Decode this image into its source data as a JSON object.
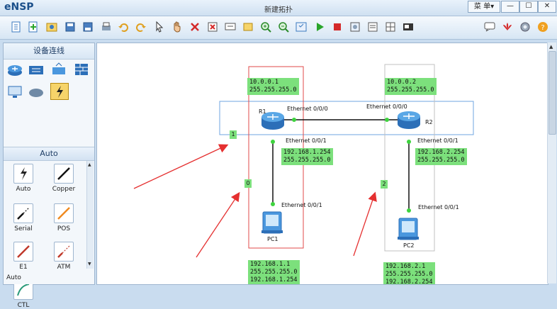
{
  "app": {
    "logo": "eNSP",
    "title": "新建拓扑",
    "menu": "菜 单▾",
    "minimize": "—",
    "restore": "☐",
    "close": "✕"
  },
  "panel": {
    "title": "设备连线",
    "section": "Auto",
    "cables": [
      {
        "name": "auto",
        "label": "Auto"
      },
      {
        "name": "copper",
        "label": "Copper"
      },
      {
        "name": "serial",
        "label": "Serial"
      },
      {
        "name": "pos",
        "label": "POS"
      },
      {
        "name": "e1",
        "label": "E1"
      },
      {
        "name": "atm",
        "label": "ATM"
      },
      {
        "name": "ctl",
        "label": "CTL"
      }
    ],
    "bottom_label": "Auto"
  },
  "topology": {
    "r1": {
      "name": "R1",
      "ip": "10.0.0.1",
      "mask": "255.255.255.0",
      "if_left": "Ethernet 0/0/0",
      "if_down": "Ethernet 0/0/1",
      "lan_ip": "192.168.1.254",
      "lan_mask": "255.255.255.0"
    },
    "r2": {
      "name": "R2",
      "ip": "10.0.0.2",
      "mask": "255.255.255.0",
      "if_left": "Ethernet 0/0/0",
      "if_down": "Ethernet 0/0/1",
      "lan_ip": "192.168.2.254",
      "lan_mask": "255.255.255.0"
    },
    "pc1": {
      "name": "PC1",
      "if": "Ethernet 0/0/1",
      "ip": "192.168.1.1",
      "mask": "255.255.255.0",
      "gw": "192.168.1.254"
    },
    "pc2": {
      "name": "PC2",
      "if": "Ethernet 0/0/1",
      "ip": "192.168.2.1",
      "mask": "255.255.255.0",
      "gw": "192.168.2.254"
    },
    "area_labels": [
      "1",
      "0",
      "2"
    ]
  },
  "colors": {
    "label_bg": "#7ce07c",
    "arrow": "#e53030",
    "area1": "#6fa4e0",
    "area0": "#e04a4a",
    "area2": "#c0c0c0",
    "router": "#3a8fd6"
  }
}
